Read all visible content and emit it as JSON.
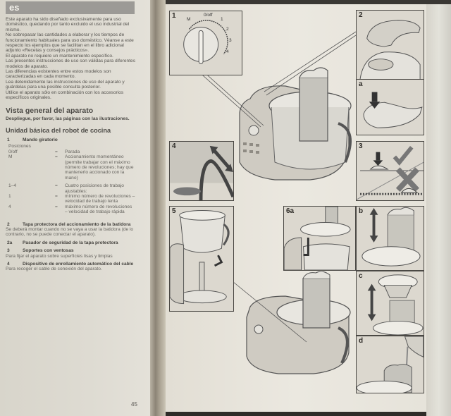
{
  "left_page": {
    "language_code": "es",
    "intro_paragraphs": [
      "Este aparato ha sido diseñado exclusivamente para uso doméstico, quedando por tanto excluido el uso industrial del mismo.",
      "No sobrepasar las cantidades a elaborar y los tiempos de funcionamiento habituales para uso doméstico. Véanse a este respecto los ejemplos que se facilitan en el libro adicional adjunto «Recetas y consejos prácticos».",
      "El aparato no requiere un mantenimiento específico.",
      "Las presentes instrucciones de uso son válidas para diferentes modelos de aparato.",
      "Las diferencias existentes entre estos modelos son caracterizadas en cada momento.",
      "Lea detenidamente las instrucciones de uso del aparato y guárdelas para una posible consulta posterior.",
      "Utilice el aparato sólo en combinación con los accesorios específicos originales."
    ],
    "section_title": "Vista general del aparato",
    "section_subtitle": "Despliegue, por favor, las páginas con las ilustraciones.",
    "subsection_title": "Unidad básica del robot de cocina",
    "items": [
      {
        "num": "1",
        "title": "Mando giratorio"
      },
      {
        "num": "2",
        "title": "Tapa protectora del accionamiento de la batidora",
        "desc": "Se deberá montar cuando no se vaya a usar la batidora (de lo contrario, no se puede conectar el aparato)."
      },
      {
        "num": "2a",
        "title": "Pasador de seguridad de la tapa protectora"
      },
      {
        "num": "3",
        "title": "Soportes con ventosas",
        "desc": "Para fijar el aparato sobre superficies lisas y limpias"
      },
      {
        "num": "4",
        "title": "Dispositivo de enrollamiento automático del cable",
        "desc": "Para recoger el cable de conexión del aparato."
      }
    ],
    "positions_label": "Posiciones",
    "positions": [
      {
        "key": "0/off",
        "eq": "=",
        "value": "Parada"
      },
      {
        "key": "M",
        "eq": "=",
        "value": "Accionamiento momentáneo (permite trabajar con el máximo número de revoluciones; hay que mantenerlo accionado con la mano)"
      },
      {
        "key": "1–4",
        "eq": "=",
        "value": "Cuatro posiciones de trabajo ajustables:"
      },
      {
        "key": "1",
        "eq": "=",
        "value": "mínimo número de revoluciones – velocidad de trabajo lenta"
      },
      {
        "key": "4",
        "eq": "=",
        "value": "máximo número de revoluciones – velocidad de trabajo rápida"
      }
    ],
    "page_number": "45"
  },
  "right_page": {
    "panels": [
      {
        "label": "1",
        "dial_labels": [
          "M",
          "0/off",
          "1",
          "2",
          "3",
          "4"
        ]
      },
      {
        "label": "2"
      },
      {
        "label": "a"
      },
      {
        "label": "3"
      },
      {
        "label": "4"
      },
      {
        "label": "5"
      },
      {
        "label": "6a"
      },
      {
        "label": "b"
      },
      {
        "label": "c"
      },
      {
        "label": "d"
      }
    ]
  }
}
